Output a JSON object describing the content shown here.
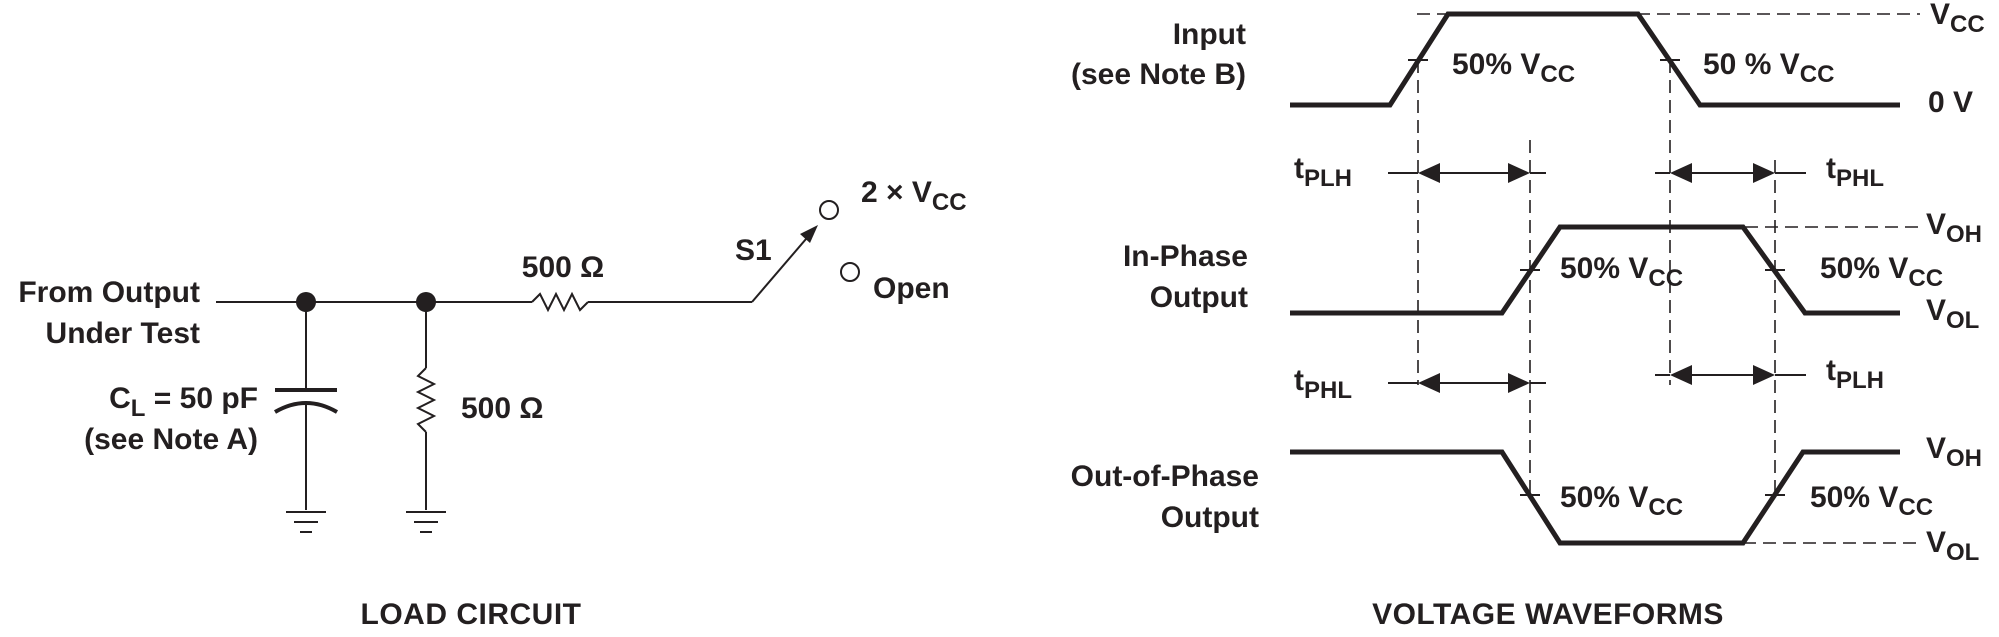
{
  "load_circuit": {
    "title": "LOAD CIRCUIT",
    "from_output": [
      "From Output",
      "Under Test"
    ],
    "cap_prefix": "C",
    "cap_sub": "L",
    "cap_value": " = 50 pF",
    "cap_note": "(see Note A)",
    "resistor_series": "500 Ω",
    "resistor_shunt": "500 Ω",
    "switch": "S1",
    "switch_top_prefix": "2 × V",
    "switch_top_sub": "CC",
    "switch_open": "Open"
  },
  "waveforms": {
    "title": "VOLTAGE WAVEFORMS",
    "input_label": [
      "Input",
      "(see Note B)"
    ],
    "in_phase_label": [
      "In-Phase",
      "Output"
    ],
    "out_phase_label": [
      "Out-of-Phase",
      "Output"
    ],
    "fifty": "50% V",
    "fifty_spaced": "50 % V",
    "cc_sub": "CC",
    "v_prefix": "V",
    "oh_sub": "OH",
    "ol_sub": "OL",
    "zero_v": "0 V",
    "t_prefix": "t",
    "plh_sub": "PLH",
    "phl_sub": "PHL"
  }
}
